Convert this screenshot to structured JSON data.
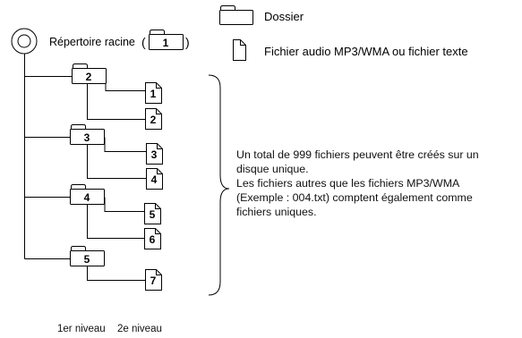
{
  "legend": {
    "folder_label": "Dossier",
    "file_label": "Fichier audio MP3/WMA ou fichier texte"
  },
  "root": {
    "label": "Répertoire racine",
    "number": "1"
  },
  "folders": [
    "2",
    "3",
    "4",
    "5"
  ],
  "files": [
    "1",
    "2",
    "3",
    "4",
    "5",
    "6",
    "7"
  ],
  "note": {
    "line1": "Un total de 999 fichiers peuvent être créés sur un",
    "line2": "disque unique.",
    "line3": "Les fichiers autres que les fichiers MP3/WMA",
    "line4": "(Exemple : 004.txt) comptent également comme",
    "line5": "fichiers uniques."
  },
  "levels": {
    "first": "1er niveau",
    "second": "2e niveau"
  }
}
